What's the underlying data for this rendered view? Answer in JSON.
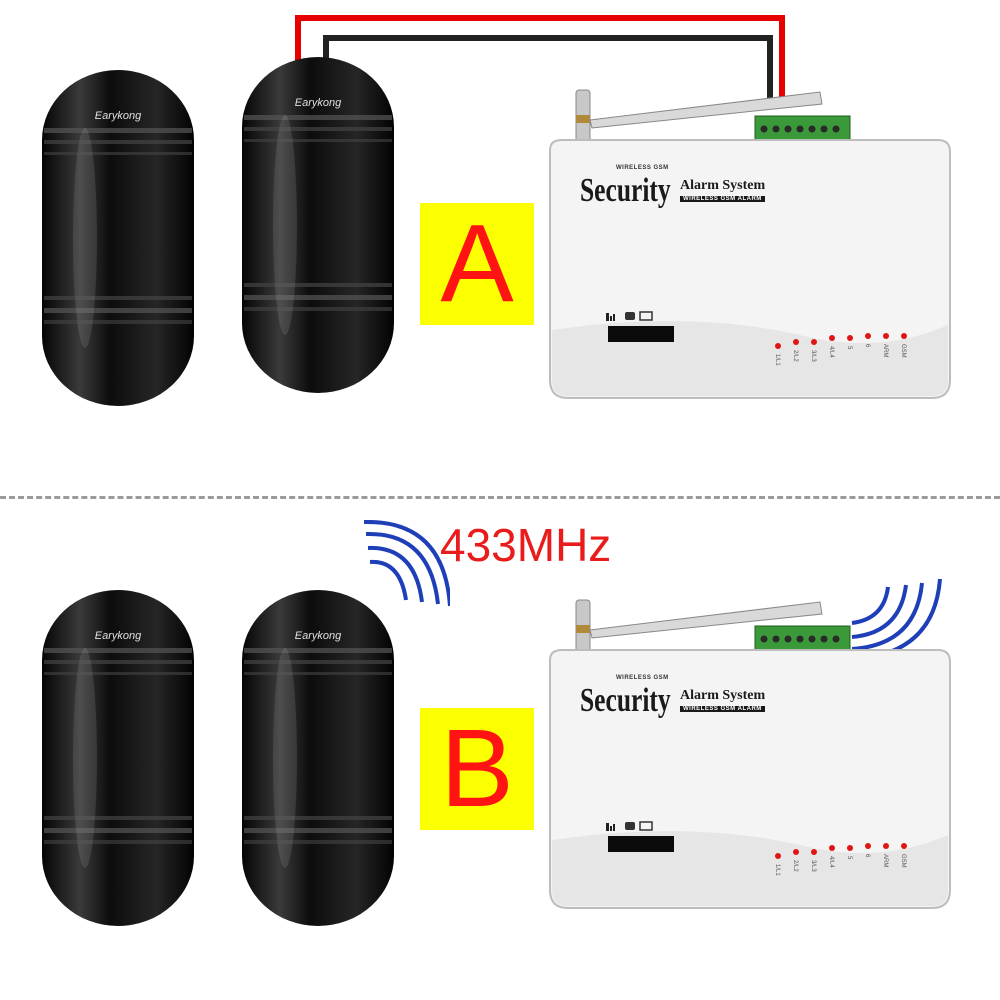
{
  "section_a": {
    "label": "A",
    "sensors": [
      {
        "brand": "Earykong"
      },
      {
        "brand": "Earykong"
      }
    ],
    "panel": {
      "title": "Security",
      "subtitle": "Alarm System",
      "top_text": "WIRELESS GSM",
      "bottom_text": "WIRELESS GSM ALARM",
      "led_labels": [
        "1/L1",
        "2/L2",
        "3/L3",
        "4/L4",
        "5",
        "6",
        "ARM",
        "GSM"
      ]
    },
    "connection": "wired"
  },
  "section_b": {
    "label": "B",
    "frequency": "433MHz",
    "sensors": [
      {
        "brand": "Earykong"
      },
      {
        "brand": "Earykong"
      }
    ],
    "panel": {
      "title": "Security",
      "subtitle": "Alarm System",
      "top_text": "WIRELESS GSM",
      "bottom_text": "WIRELESS GSM ALARM",
      "led_labels": [
        "1/L1",
        "2/L2",
        "3/L3",
        "4/L4",
        "5",
        "6",
        "ARM",
        "GSM"
      ]
    },
    "connection": "wireless"
  },
  "colors": {
    "label_background": "#fbff00",
    "label_text": "#ff1313",
    "frequency_text": "#ea1b1b",
    "wave": "#1f3fb8",
    "wire_positive": "#e60000",
    "wire_negative": "#222222"
  }
}
